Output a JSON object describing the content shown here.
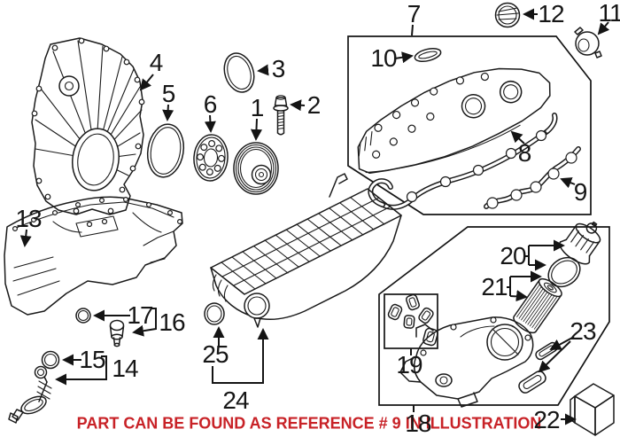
{
  "illustration": {
    "note": "PART CAN BE FOUND AS REFERENCE # 9 IN ILLUSTRATION",
    "note_color": "#c82227",
    "line_color": "#1a1a1a",
    "background_color": "#ffffff",
    "callouts": [
      {
        "label": "1"
      },
      {
        "label": "2"
      },
      {
        "label": "3"
      },
      {
        "label": "4"
      },
      {
        "label": "5"
      },
      {
        "label": "6"
      },
      {
        "label": "7"
      },
      {
        "label": "8"
      },
      {
        "label": "9"
      },
      {
        "label": "10"
      },
      {
        "label": "11"
      },
      {
        "label": "12"
      },
      {
        "label": "13"
      },
      {
        "label": "14"
      },
      {
        "label": "15"
      },
      {
        "label": "16"
      },
      {
        "label": "17"
      },
      {
        "label": "18"
      },
      {
        "label": "19"
      },
      {
        "label": "20"
      },
      {
        "label": "21"
      },
      {
        "label": "22"
      },
      {
        "label": "23"
      },
      {
        "label": "24"
      },
      {
        "label": "25"
      }
    ]
  }
}
